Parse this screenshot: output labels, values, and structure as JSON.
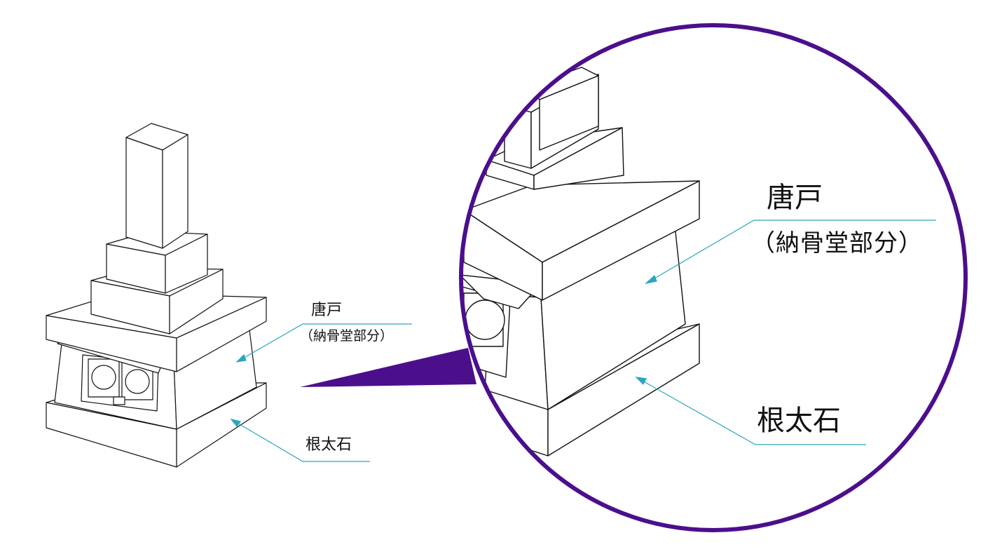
{
  "labels": {
    "small": {
      "karato": "唐戸",
      "karato_sub": "（納骨堂部分）",
      "nebuto": "根太石"
    },
    "large": {
      "karato": "唐戸",
      "karato_sub": "（納骨堂部分）",
      "nebuto": "根太石"
    }
  },
  "colors": {
    "line": "#111111",
    "leader": "#2aa6c0",
    "zoom_circle": "#4b0f8c",
    "background": "#ffffff"
  }
}
